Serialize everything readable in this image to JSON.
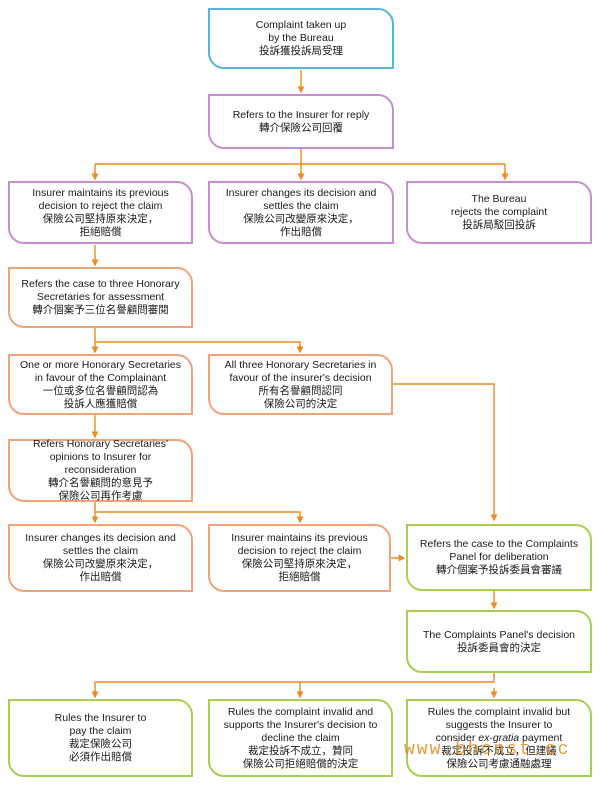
{
  "colors": {
    "start": "#5ab4d6",
    "process": "#c88fd0",
    "decision": "#f3a37a",
    "panel": "#a8cf4f",
    "arrow": "#f08a1c"
  },
  "nodes": {
    "complaint_taken": {
      "en": "Complaint taken up\nby the Bureau",
      "zh": "投訴獲投訴局受理"
    },
    "refer_insurer": {
      "en": "Refers to the Insurer for reply",
      "zh": "轉介保險公司回覆"
    },
    "insurer_maintains_1": {
      "en": "Insurer maintains its previous\ndecision to reject the claim",
      "zh": "保險公司堅持原來決定，\n拒絕賠償"
    },
    "insurer_changes_1": {
      "en": "Insurer changes its decision and\nsettles the claim",
      "zh": "保險公司改變原來決定，\n作出賠償"
    },
    "bureau_rejects": {
      "en": "The Bureau\nrejects the complaint",
      "zh": "投訴局駁回投訴"
    },
    "refer_secretaries": {
      "en": "Refers the case to three Honorary\nSecretaries for assessment",
      "zh": "轉介個案予三位名譽顧問審閱"
    },
    "secretaries_complainant": {
      "en": "One or more Honorary Secretaries\nin favour of the Complainant",
      "zh": "一位或多位名譽顧問認為\n投訴人應獲賠償"
    },
    "secretaries_insurer": {
      "en": "All three Honorary Secretaries in\nfavour of the insurer's decision",
      "zh": "所有名譽顧問認同\n保險公司的決定"
    },
    "refer_opinions": {
      "en": "Refers Honorary Secretaries'\nopinions to Insurer for reconsideration",
      "zh": "轉介名譽顧問的意見予\n保險公司再作考慮"
    },
    "insurer_changes_2": {
      "en": "Insurer changes its decision and\nsettles the claim",
      "zh": "保險公司改變原來決定，\n作出賠償"
    },
    "insurer_maintains_2": {
      "en": "Insurer maintains its previous\ndecision to reject the claim",
      "zh": "保險公司堅持原來決定，\n拒絕賠償"
    },
    "refer_panel": {
      "en": "Refers the case to the Complaints\nPanel for deliberation",
      "zh": "轉介個案予投訴委員會審議"
    },
    "panel_decision": {
      "en": "The Complaints Panel's decision",
      "zh": "投訴委員會的決定"
    },
    "rules_pay": {
      "en": "Rules the Insurer to\npay the claim",
      "zh": "裁定保險公司\n必須作出賠償"
    },
    "rules_invalid_support": {
      "en": "Rules the complaint invalid and\nsupports the Insurer's decision to\ndecline the claim",
      "zh": "裁定投訴不成立，贊同\n保險公司拒絕賠償的決定"
    },
    "rules_invalid_exgratia": {
      "en": "Rules the complaint invalid but\nsuggests the Insurer to\nconsider ex-gratia payment",
      "zh": "裁定投訴不成立，但建議\n保險公司考慮通融處理"
    }
  },
  "watermark": "www.bhcnst.cc"
}
